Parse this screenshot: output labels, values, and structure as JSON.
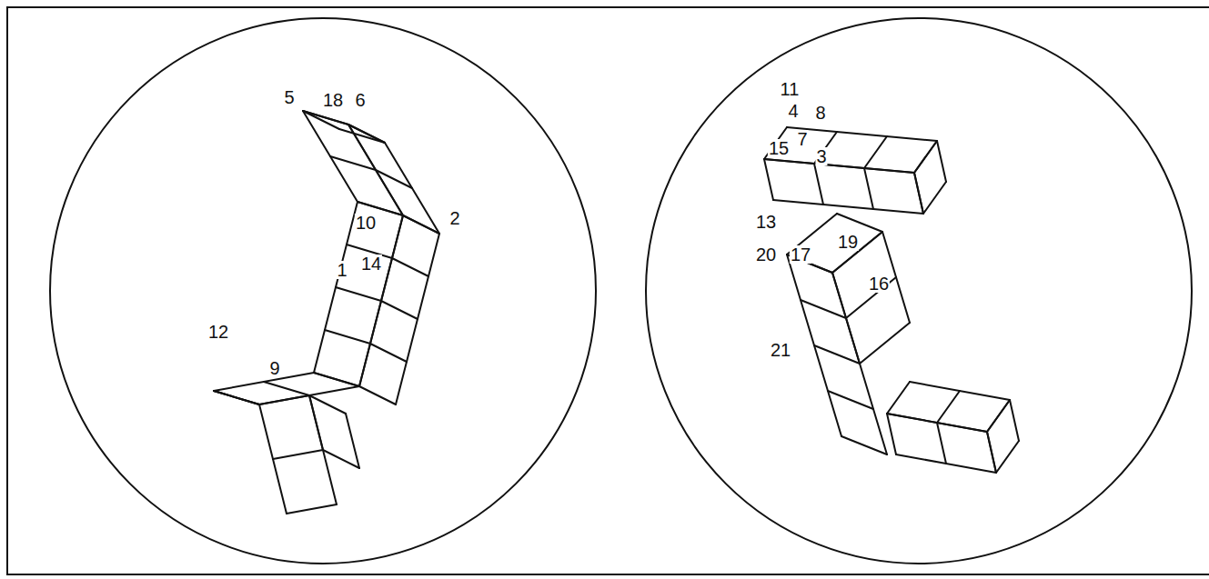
{
  "diagram": {
    "labels": [
      "5",
      "18",
      "6",
      "10",
      "2",
      "1",
      "14",
      "12",
      "9",
      "11",
      "4",
      "8",
      "15",
      "7",
      "3",
      "13",
      "20",
      "17",
      "19",
      "16",
      "21"
    ]
  }
}
